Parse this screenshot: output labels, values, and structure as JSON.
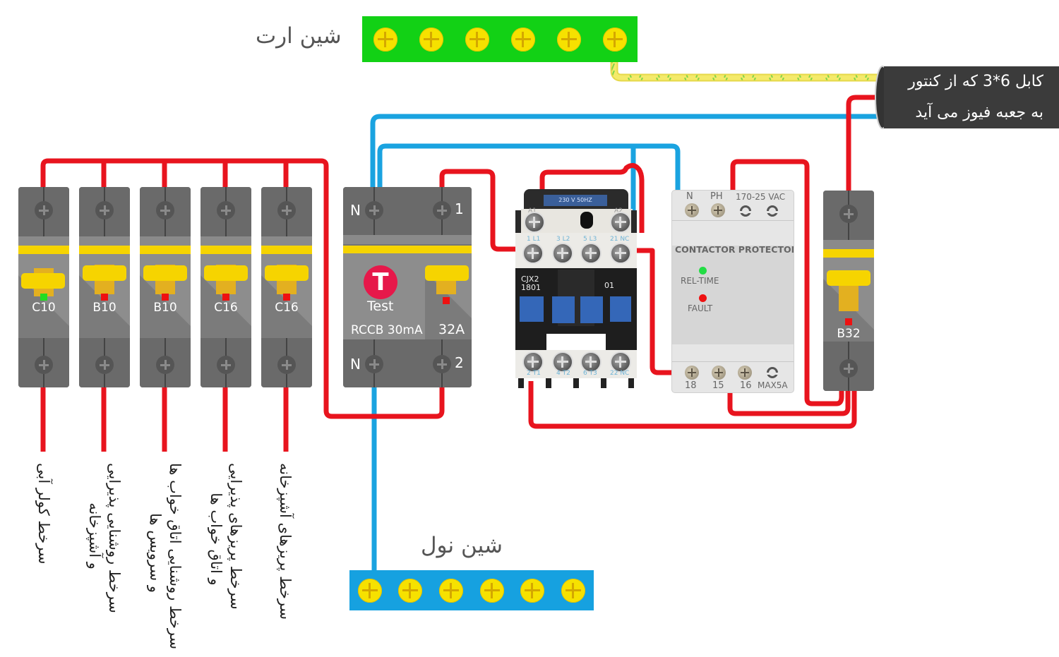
{
  "colors": {
    "phase_wire": "#e8141e",
    "neutral_wire": "#1aa3e0",
    "earth_bus": "#12d115",
    "neutral_bus": "#16a1e0",
    "screw_yellow": "#f6e100",
    "device_grey": "#747474",
    "breaker_yellow": "#f6d400",
    "indicator_on": "#22dd22",
    "indicator_off": "#ee1111",
    "test_button": "#e6184a"
  },
  "earth_bus": {
    "label": "شین ارت",
    "terminal_count": 6
  },
  "neutral_bus": {
    "label": "شین نول",
    "terminal_count": 6
  },
  "cable_label": {
    "line1": "کابل 6*3 که از کنتور",
    "line2": "به جعبه فیوز می آید"
  },
  "breakers": [
    {
      "rating": "C10",
      "state": "off",
      "circuit": [
        "سرخط کولر آبی"
      ]
    },
    {
      "rating": "B10",
      "state": "on",
      "circuit": [
        "سرخط روشنایی پذیرایی",
        "و آشپزخانه"
      ]
    },
    {
      "rating": "B10",
      "state": "on",
      "circuit": [
        "سرخط روشنایی اتاق خواب ها",
        "و سرویس ها"
      ]
    },
    {
      "rating": "C16",
      "state": "on",
      "circuit": [
        "سرخط پریزهای پذیرایی",
        "و اتاق خواب ها"
      ]
    },
    {
      "rating": "C16",
      "state": "on",
      "circuit": [
        "سرخط پریزهای آشپزخانه"
      ]
    }
  ],
  "rccb": {
    "top_left": "N",
    "top_right": "1",
    "bottom_left": "N",
    "bottom_right": "2",
    "test_symbol": "T",
    "test_label": "Test",
    "type_label": "RCCB 30mA",
    "rating": "32A"
  },
  "contactor": {
    "coil_label": "230 V 50HZ",
    "coil_terminals": [
      "A1",
      "A2"
    ],
    "top_terminals": [
      "1 L1",
      "3 L2",
      "5 L3",
      "21 NC"
    ],
    "bottom_terminals": [
      "2 T1",
      "4 T2",
      "6 T3",
      "22 NC"
    ],
    "model_line1": "CJX2",
    "model_line2": "1801",
    "contact_code": "01"
  },
  "protector": {
    "top_labels": [
      "N",
      "PH",
      "170-25 VAC"
    ],
    "title": "CONTACTOR PROTECTOR",
    "led_realtime": "REL-TIME",
    "led_fault": "FAULT",
    "bottom_labels": [
      "18",
      "15",
      "16",
      "MAX5A"
    ]
  },
  "main_breaker": {
    "rating": "B32",
    "state": "on"
  }
}
